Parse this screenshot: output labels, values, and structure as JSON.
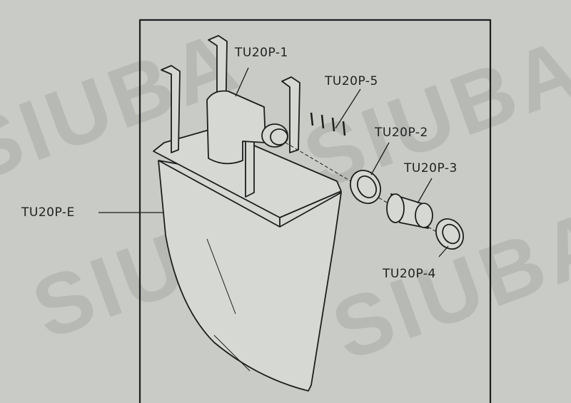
{
  "watermark": "SIUBA",
  "labels": {
    "part1": "TU20P-1",
    "part2": "TU20P-2",
    "part3": "TU20P-3",
    "part4": "TU20P-4",
    "part5": "TU20P-5",
    "partE": "TU20P-E"
  },
  "colors": {
    "background": "#c9cbc7",
    "line": "#1e1e1e",
    "part_fill": "#d6d8d4"
  }
}
